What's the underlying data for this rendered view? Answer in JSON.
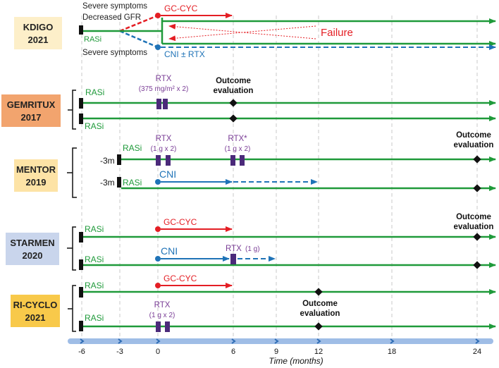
{
  "colors": {
    "green": "#1f9a3a",
    "red": "#e41e24",
    "blue": "#1f73b7",
    "purple": "#7a3d96",
    "rtx_block": "#4b2a7a",
    "axis_blue": "#4f86c6",
    "kdigo_box": "#fdefc9",
    "gemritux_box": "#f2a46e",
    "mentor_box": "#fde3a6",
    "starmen_box": "#c9d5ec",
    "ricyclo_box": "#f8c94a"
  },
  "studies": {
    "kdigo": {
      "name": "KDIGO",
      "year": "2021"
    },
    "gemritux": {
      "name": "GEMRITUX",
      "year": "2017"
    },
    "mentor": {
      "name": "MENTOR",
      "year": "2019"
    },
    "starmen": {
      "name": "STARMEN",
      "year": "2020"
    },
    "ricyclo": {
      "name": "RI-CYCLO",
      "year": "2021"
    }
  },
  "labels": {
    "severe_symptoms": "Severe symptoms",
    "decreased_gfr": "Decreased GFR",
    "rasi": "RASi",
    "gc_cyc": "GC-CYC",
    "failure": "Failure",
    "cni_rtx": "CNI ± RTX",
    "cni": "CNI",
    "rtx": "RTX",
    "rtx_star": "RTX*",
    "rtx_375": "(375 mg/m² x 2)",
    "rtx_1g_x2": "(1 g x 2)",
    "rtx_1g": "(1 g)",
    "outcome": "Outcome",
    "evaluation": "evaluation",
    "minus3m": "-3m"
  },
  "axis": {
    "ticks": [
      "-6",
      "-3",
      "0",
      "6",
      "9",
      "12",
      "18",
      "24"
    ],
    "title": "Time (months)"
  }
}
